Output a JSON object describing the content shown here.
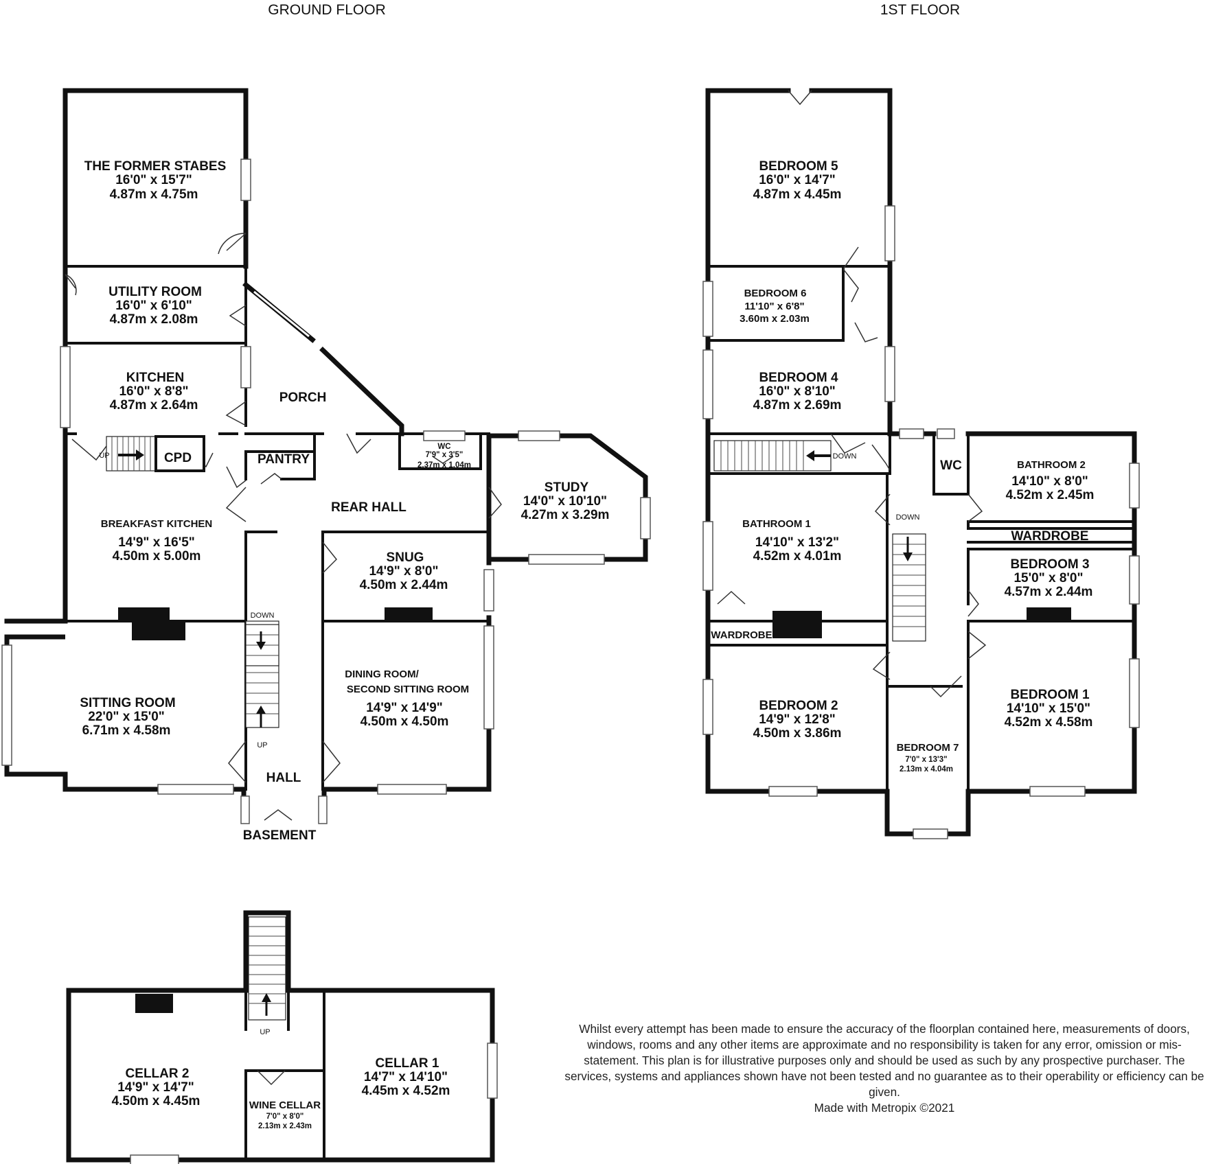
{
  "headers": {
    "ground": "GROUND FLOOR",
    "first": "1ST FLOOR"
  },
  "ground": {
    "stables": {
      "name": "THE FORMER STABES",
      "imperial": "16'0\"  x 15'7\"",
      "metric": "4.87m  x 4.75m"
    },
    "utility": {
      "name": "UTILITY ROOM",
      "imperial": "16'0\"  x 6'10\"",
      "metric": "4.87m  x 2.08m"
    },
    "kitchen": {
      "name": "KITCHEN",
      "imperial": "16'0\"  x 8'8\"",
      "metric": "4.87m  x 2.64m"
    },
    "porch": {
      "name": "PORCH"
    },
    "pantry": {
      "name": "PANTRY"
    },
    "cpd": {
      "name": "CPD"
    },
    "wc": {
      "name": "WC",
      "imperial": "7'9\"  x 3'5\"",
      "metric": "2.37m  x 1.04m"
    },
    "study": {
      "name": "STUDY",
      "imperial": "14'0\"  x 10'10\"",
      "metric": "4.27m  x 3.29m"
    },
    "rear_hall": {
      "name": "REAR HALL"
    },
    "breakfast": {
      "name": "BREAKFAST KITCHEN",
      "imperial": "14'9\"  x 16'5\"",
      "metric": "4.50m  x 5.00m"
    },
    "snug": {
      "name": "SNUG",
      "imperial": "14'9\"  x 8'0\"",
      "metric": "4.50m  x 2.44m"
    },
    "sitting": {
      "name": "SITTING ROOM",
      "imperial": "22'0\"  x 15'0\"",
      "metric": "6.71m  x 4.58m"
    },
    "dining": {
      "name1": "DINING ROOM/",
      "name2": "SECOND SITTING ROOM",
      "imperial": "14'9\"  x 14'9\"",
      "metric": "4.50m  x 4.50m"
    },
    "hall": {
      "name": "HALL"
    },
    "basement": "BASEMENT",
    "up": "UP",
    "down": "DOWN"
  },
  "first": {
    "bed5": {
      "name": "BEDROOM 5",
      "imperial": "16'0\"  x 14'7\"",
      "metric": "4.87m  x 4.45m"
    },
    "bed6": {
      "name": "BEDROOM 6",
      "imperial": "11'10\"  x 6'8\"",
      "metric": "3.60m  x 2.03m"
    },
    "bed4": {
      "name": "BEDROOM 4",
      "imperial": "16'0\"  x 8'10\"",
      "metric": "4.87m  x 2.69m"
    },
    "wc": {
      "name": "WC"
    },
    "bath2": {
      "name": "BATHROOM 2",
      "imperial": "14'10\"  x 8'0\"",
      "metric": "4.52m  x 2.45m"
    },
    "bath1": {
      "name": "BATHROOM 1",
      "imperial": "14'10\"  x 13'2\"",
      "metric": "4.52m  x 4.01m"
    },
    "wardrobe_right": "WARDROBE",
    "wardrobe_left": "WARDROBE",
    "bed3": {
      "name": "BEDROOM 3",
      "imperial": "15'0\"  x 8'0\"",
      "metric": "4.57m  x 2.44m"
    },
    "bed2": {
      "name": "BEDROOM 2",
      "imperial": "14'9\"  x 12'8\"",
      "metric": "4.50m  x 3.86m"
    },
    "bed7": {
      "name": "BEDROOM 7",
      "imperial": "7'0\"  x 13'3\"",
      "metric": "2.13m  x 4.04m"
    },
    "bed1": {
      "name": "BEDROOM 1",
      "imperial": "14'10\"  x 15'0\"",
      "metric": "4.52m  x 4.58m"
    },
    "down": "DOWN"
  },
  "basement": {
    "cellar2": {
      "name": "CELLAR 2",
      "imperial": "14'9\"  x 14'7\"",
      "metric": "4.50m  x 4.45m"
    },
    "wine": {
      "name": "WINE CELLAR",
      "imperial": "7'0\"  x 8'0\"",
      "metric": "2.13m  x 2.43m"
    },
    "cellar1": {
      "name": "CELLAR 1",
      "imperial": "14'7\"  x 14'10\"",
      "metric": "4.45m  x 4.52m"
    },
    "up": "UP"
  },
  "disclaimer": {
    "text": "Whilst every attempt has been made to ensure the accuracy of the floorplan contained here, measurements of doors, windows, rooms and any other items are approximate and no responsibility is taken for any error, omission or mis-statement. This plan is for illustrative purposes only and should be used as such by any prospective purchaser. The services, systems and appliances shown have not been tested and no guarantee as to their operability or efficiency can be given.",
    "credit": "Made with Metropix ©2021"
  }
}
